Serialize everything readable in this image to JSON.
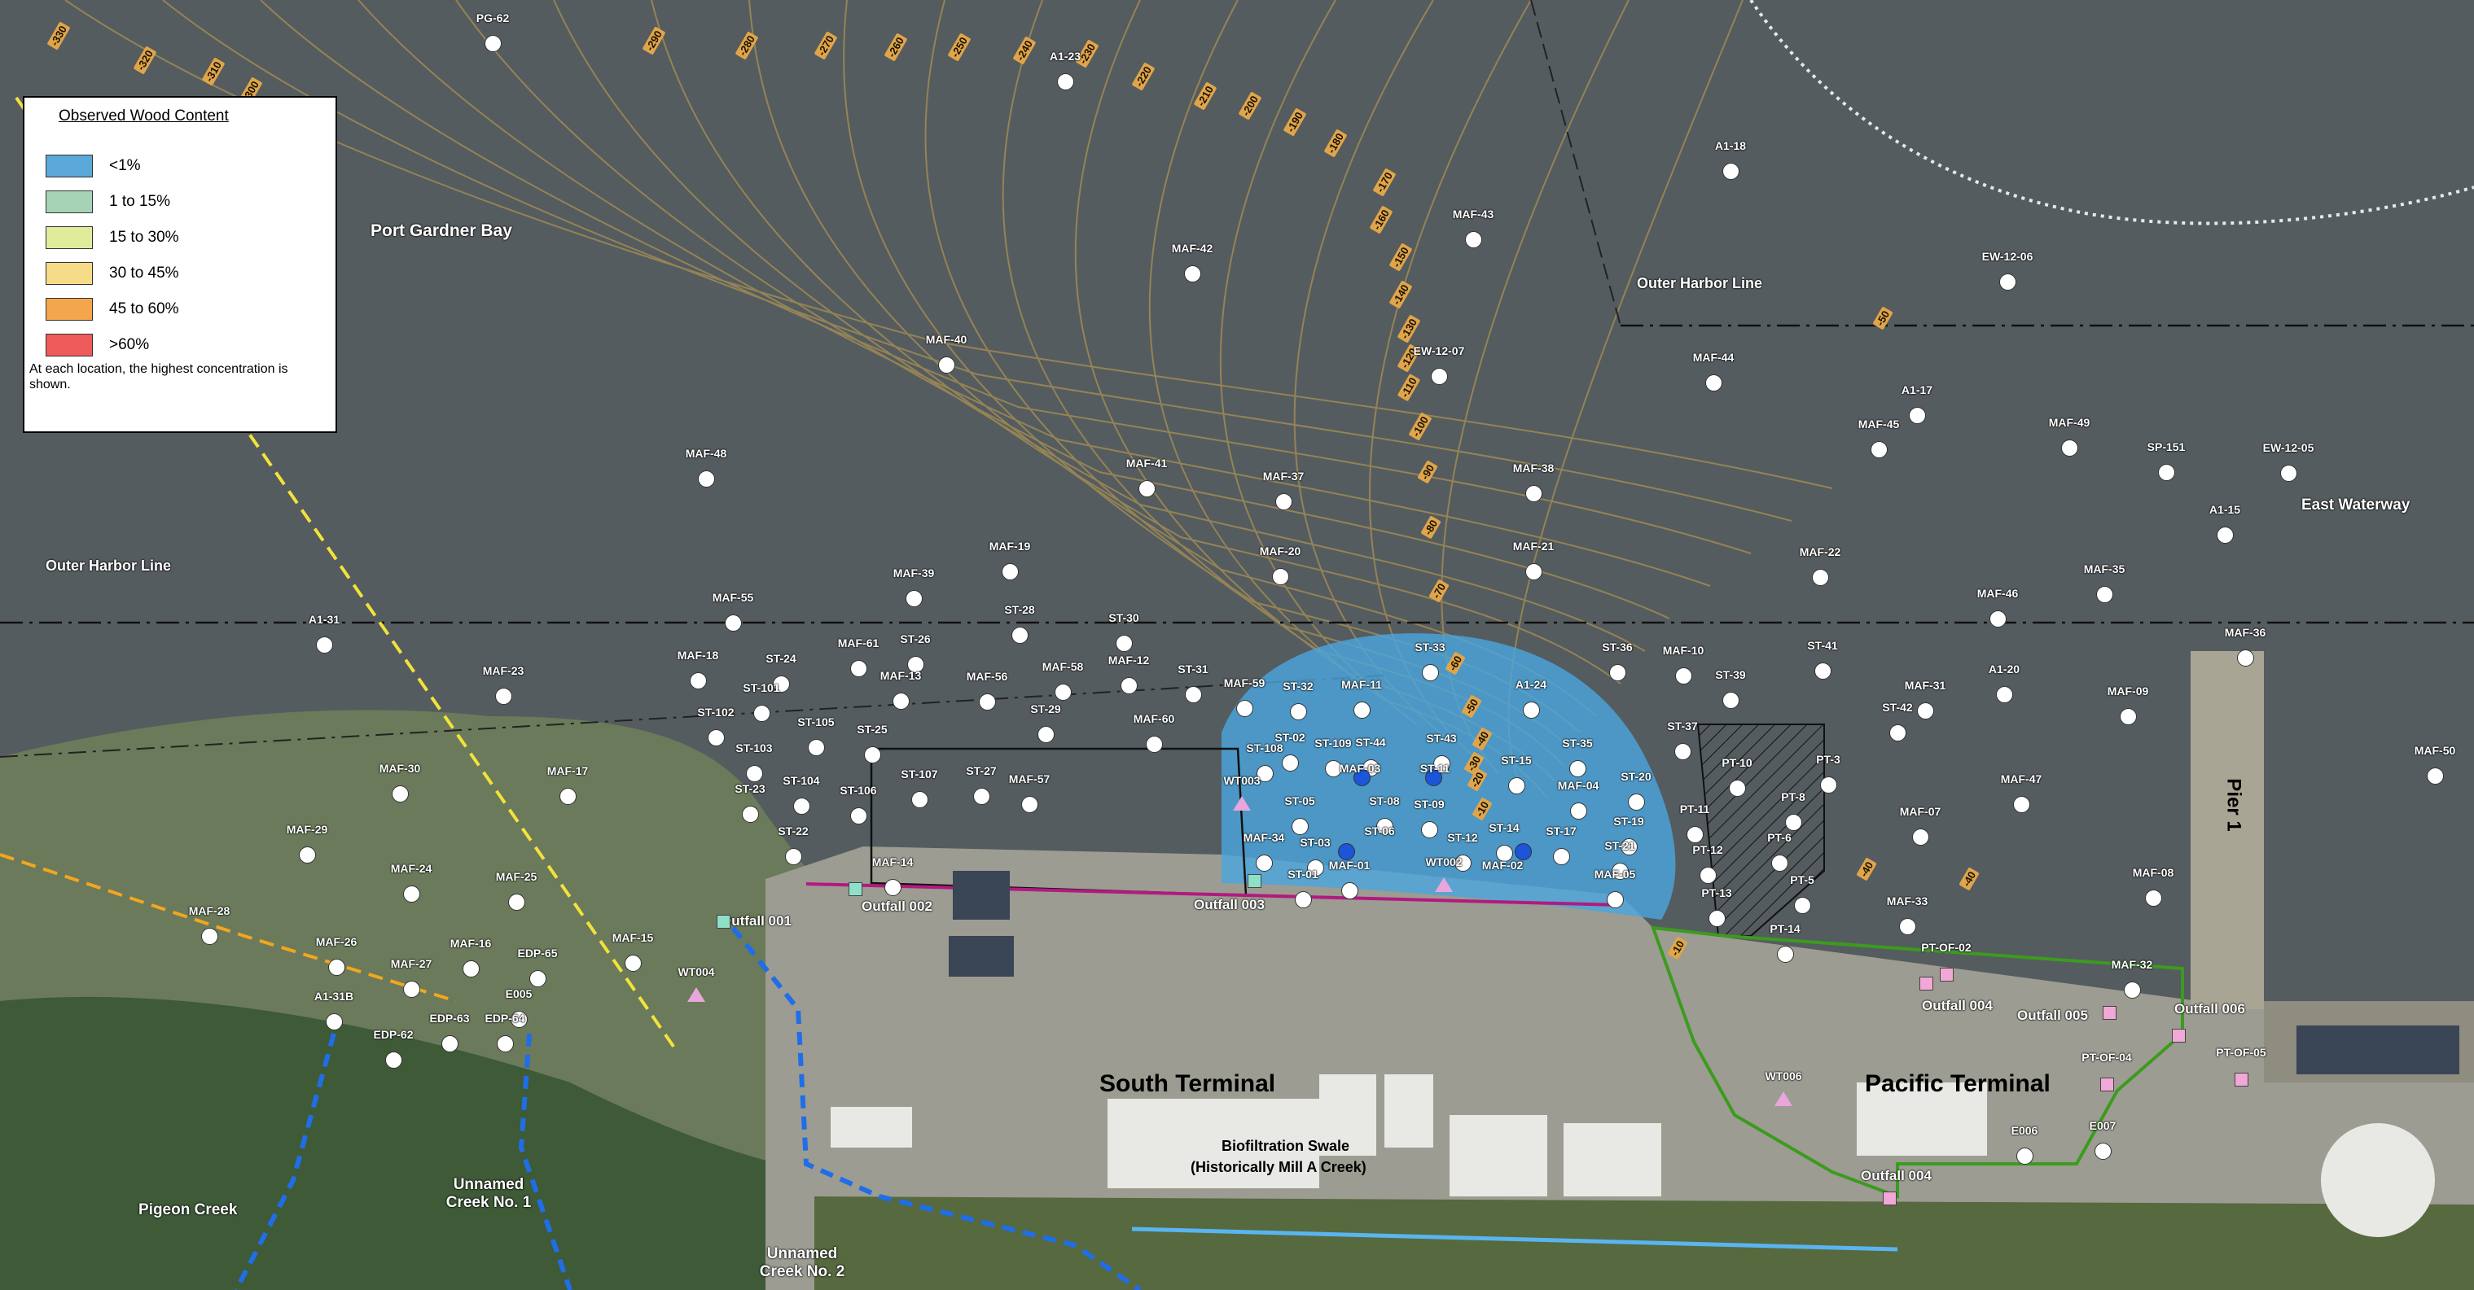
{
  "legend": {
    "title": "Observed Wood Content",
    "ranges": [
      {
        "label": "<1%",
        "color": "#5aa9d8"
      },
      {
        "label": "1 to 15%",
        "color": "#a6d3b6"
      },
      {
        "label": "15 to 30%",
        "color": "#e1eb9c"
      },
      {
        "label": "30 to 45%",
        "color": "#f7dc87"
      },
      {
        "label": "45 to 60%",
        "color": "#f3a64c"
      },
      {
        "label": ">60%",
        "color": "#ef5b5b"
      }
    ],
    "note": "At each location, the highest concentration is shown."
  },
  "places": {
    "port_gardner_bay": "Port Gardner Bay",
    "outer_harbor_line_west": "Outer Harbor Line",
    "outer_harbor_line_east": "Outer Harbor Line",
    "east_waterway": "East Waterway",
    "south_terminal": "South Terminal",
    "pacific_terminal": "Pacific Terminal",
    "pier_1": "Pier 1",
    "pigeon_creek": "Pigeon Creek",
    "unnamed_creek_1": "Unnamed Creek No. 1",
    "unnamed_creek_2": "Unnamed Creek No. 2",
    "biofiltration_swale": "Biofiltration Swale",
    "historically_mill_a": "(Historically Mill A Creek)"
  },
  "outfalls": [
    "Outfall 001",
    "Outfall 002",
    "Outfall 003",
    "Outfall 004",
    "Outfall 005",
    "Outfall 006",
    "Outfall 004"
  ],
  "contours": [
    "-330",
    "-320",
    "-310",
    "-300",
    "-290",
    "-280",
    "-270",
    "-260",
    "-250",
    "-240",
    "-230",
    "-220",
    "-210",
    "-200",
    "-190",
    "-180",
    "-170",
    "-160",
    "-150",
    "-140",
    "-130",
    "-120",
    "-110",
    "-100",
    "-90",
    "-80",
    "-70",
    "-60",
    "-50",
    "-40",
    "-30",
    "-20",
    "-10",
    "-50",
    "-40",
    "-40",
    "-10"
  ],
  "stations": [
    {
      "name": "PG-62",
      "type": "sample"
    },
    {
      "name": "A1-23",
      "type": "sample"
    },
    {
      "name": "A1-18",
      "type": "sample"
    },
    {
      "name": "MAF-43",
      "type": "sample"
    },
    {
      "name": "MAF-42",
      "type": "sample"
    },
    {
      "name": "EW-12-06",
      "type": "sample"
    },
    {
      "name": "MAF-40",
      "type": "sample"
    },
    {
      "name": "EW-12-07",
      "type": "sample"
    },
    {
      "name": "MAF-44",
      "type": "sample"
    },
    {
      "name": "A1-17",
      "type": "sample"
    },
    {
      "name": "MAF-49",
      "type": "sample"
    },
    {
      "name": "MAF-45",
      "type": "sample"
    },
    {
      "name": "SP-151",
      "type": "sample"
    },
    {
      "name": "EW-12-05",
      "type": "sample"
    },
    {
      "name": "MAF-48",
      "type": "sample"
    },
    {
      "name": "MAF-41",
      "type": "sample"
    },
    {
      "name": "MAF-37",
      "type": "sample"
    },
    {
      "name": "MAF-38",
      "type": "sample"
    },
    {
      "name": "MAF-19",
      "type": "sample"
    },
    {
      "name": "MAF-21",
      "type": "sample"
    },
    {
      "name": "A1-15",
      "type": "sample"
    },
    {
      "name": "MAF-39",
      "type": "sample"
    },
    {
      "name": "MAF-22",
      "type": "sample"
    },
    {
      "name": "MAF-35",
      "type": "sample"
    },
    {
      "name": "MAF-55",
      "type": "sample"
    },
    {
      "name": "MAF-20",
      "type": "sample"
    },
    {
      "name": "MAF-46",
      "type": "sample"
    },
    {
      "name": "ST-28",
      "type": "sample"
    },
    {
      "name": "ST-30",
      "type": "sample"
    },
    {
      "name": "MAF-36",
      "type": "sample"
    },
    {
      "name": "A1-31",
      "type": "sample"
    },
    {
      "name": "MAF-61",
      "type": "sample"
    },
    {
      "name": "ST-26",
      "type": "sample"
    },
    {
      "name": "MAF-10",
      "type": "sample"
    },
    {
      "name": "ST-41",
      "type": "sample"
    },
    {
      "name": "MAF-18",
      "type": "sample"
    },
    {
      "name": "ST-24",
      "type": "sample"
    },
    {
      "name": "MAF-23",
      "type": "sample"
    },
    {
      "name": "MAF-58",
      "type": "sample"
    },
    {
      "name": "MAF-12",
      "type": "sample"
    },
    {
      "name": "ST-31",
      "type": "sample"
    },
    {
      "name": "ST-33",
      "type": "sample"
    },
    {
      "name": "A1-20",
      "type": "sample"
    },
    {
      "name": "MAF-13",
      "type": "sample"
    },
    {
      "name": "ST-32",
      "type": "sample"
    },
    {
      "name": "MAF-11",
      "type": "sample"
    },
    {
      "name": "A1-24",
      "type": "sample"
    },
    {
      "name": "ST-36",
      "type": "sample"
    },
    {
      "name": "ST-39",
      "type": "sample"
    },
    {
      "name": "MAF-31",
      "type": "sample"
    },
    {
      "name": "MAF-09",
      "type": "sample"
    },
    {
      "name": "ST-101",
      "type": "sample"
    },
    {
      "name": "MAF-56",
      "type": "sample"
    },
    {
      "name": "MAF-59",
      "type": "sample"
    },
    {
      "name": "ST-42",
      "type": "sample"
    },
    {
      "name": "ST-102",
      "type": "sample"
    },
    {
      "name": "ST-29",
      "type": "sample"
    },
    {
      "name": "MAF-60",
      "type": "sample"
    },
    {
      "name": "ST-37",
      "type": "sample"
    },
    {
      "name": "ST-105",
      "type": "sample"
    },
    {
      "name": "ST-25",
      "type": "sample"
    },
    {
      "name": "ST-02",
      "type": "sample"
    },
    {
      "name": "ST-109",
      "type": "sample"
    },
    {
      "name": "ST-44",
      "type": "sample"
    },
    {
      "name": "ST-43",
      "type": "sample"
    },
    {
      "name": "ST-35",
      "type": "sample"
    },
    {
      "name": "MAF-50",
      "type": "sample"
    },
    {
      "name": "MAF-30",
      "type": "sample"
    },
    {
      "name": "MAF-17",
      "type": "sample"
    },
    {
      "name": "ST-103",
      "type": "sample"
    },
    {
      "name": "ST-108",
      "type": "sample"
    },
    {
      "name": "ST-15",
      "type": "sample"
    },
    {
      "name": "PT-10",
      "type": "sample"
    },
    {
      "name": "PT-3",
      "type": "sample"
    },
    {
      "name": "ST-107",
      "type": "sample"
    },
    {
      "name": "ST-27",
      "type": "sample"
    },
    {
      "name": "MAF-57",
      "type": "sample"
    },
    {
      "name": "MAF-03",
      "type": "sample"
    },
    {
      "name": "ST-11",
      "type": "sample"
    },
    {
      "name": "ST-20",
      "type": "sample"
    },
    {
      "name": "MAF-47",
      "type": "sample"
    },
    {
      "name": "ST-104",
      "type": "sample"
    },
    {
      "name": "ST-106",
      "type": "sample"
    },
    {
      "name": "ST-23",
      "type": "sample"
    },
    {
      "name": "ST-05",
      "type": "sample"
    },
    {
      "name": "ST-08",
      "type": "sample"
    },
    {
      "name": "ST-09",
      "type": "sample"
    },
    {
      "name": "MAF-04",
      "type": "sample"
    },
    {
      "name": "PT-8",
      "type": "sample"
    },
    {
      "name": "PT-11",
      "type": "sample"
    },
    {
      "name": "MAF-29",
      "type": "sample"
    },
    {
      "name": "ST-22",
      "type": "sample"
    },
    {
      "name": "MAF-34",
      "type": "sample"
    },
    {
      "name": "ST-06",
      "type": "sample"
    },
    {
      "name": "ST-14",
      "type": "sample"
    },
    {
      "name": "ST-17",
      "type": "sample"
    },
    {
      "name": "ST-19",
      "type": "sample"
    },
    {
      "name": "MAF-07",
      "type": "sample"
    },
    {
      "name": "ST-03",
      "type": "sample"
    },
    {
      "name": "ST-12",
      "type": "sample"
    },
    {
      "name": "ST-21",
      "type": "sample"
    },
    {
      "name": "PT-6",
      "type": "sample"
    },
    {
      "name": "PT-12",
      "type": "sample"
    },
    {
      "name": "MAF-14",
      "type": "sample"
    },
    {
      "name": "MAF-24",
      "type": "sample"
    },
    {
      "name": "MAF-01",
      "type": "sample"
    },
    {
      "name": "MAF-02",
      "type": "sample"
    },
    {
      "name": "MAF-05",
      "type": "sample"
    },
    {
      "name": "ST-01",
      "type": "sample"
    },
    {
      "name": "MAF-25",
      "type": "sample"
    },
    {
      "name": "PT-5",
      "type": "sample"
    },
    {
      "name": "MAF-08",
      "type": "sample"
    },
    {
      "name": "PT-13",
      "type": "sample"
    },
    {
      "name": "MAF-28",
      "type": "sample"
    },
    {
      "name": "MAF-33",
      "type": "sample"
    },
    {
      "name": "PT-14",
      "type": "sample"
    },
    {
      "name": "MAF-15",
      "type": "sample"
    },
    {
      "name": "MAF-26",
      "type": "sample"
    },
    {
      "name": "MAF-16",
      "type": "sample"
    },
    {
      "name": "EDP-65",
      "type": "sample"
    },
    {
      "name": "MAF-27",
      "type": "sample"
    },
    {
      "name": "MAF-32",
      "type": "sample"
    },
    {
      "name": "A1-31B",
      "type": "sample"
    },
    {
      "name": "E005",
      "type": "sample"
    },
    {
      "name": "EDP-63",
      "type": "sample"
    },
    {
      "name": "EDP-64",
      "type": "sample"
    },
    {
      "name": "EDP-62",
      "type": "sample"
    },
    {
      "name": "E006",
      "type": "sample"
    },
    {
      "name": "E007",
      "type": "sample"
    },
    {
      "name": "PT-OF-02",
      "type": "outfall"
    },
    {
      "name": "PT-OF-04",
      "type": "outfall"
    },
    {
      "name": "PT-OF-05",
      "type": "outfall"
    },
    {
      "name": "WT003",
      "type": "triangle"
    },
    {
      "name": "WT002",
      "type": "triangle"
    },
    {
      "name": "WT004",
      "type": "triangle"
    },
    {
      "name": "WT006",
      "type": "triangle"
    }
  ]
}
